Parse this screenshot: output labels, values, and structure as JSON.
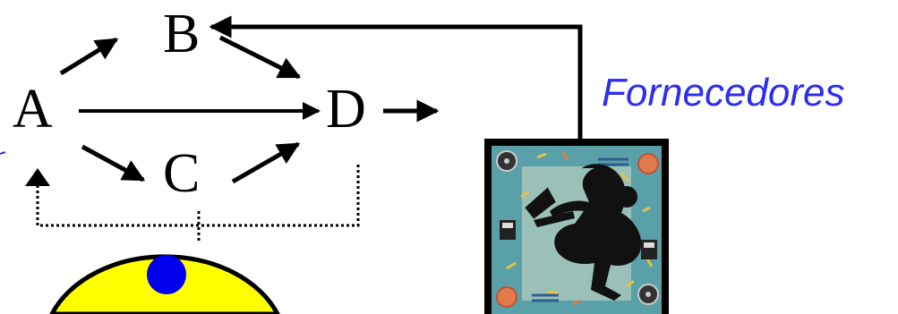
{
  "diagram": {
    "nodes": [
      {
        "id": "A",
        "label": "A"
      },
      {
        "id": "B",
        "label": "B"
      },
      {
        "id": "C",
        "label": "C"
      },
      {
        "id": "D",
        "label": "D"
      }
    ],
    "edges": [
      {
        "from": "A",
        "to": "B"
      },
      {
        "from": "A",
        "to": "C"
      },
      {
        "from": "A",
        "to": "D"
      },
      {
        "from": "B",
        "to": "D"
      },
      {
        "from": "C",
        "to": "D"
      },
      {
        "from": "D",
        "to": "output"
      },
      {
        "from": "supplier",
        "to": "B"
      }
    ],
    "supplier_label": "Fornecedores",
    "icons": [
      "supplier-clipart-icon",
      "planet-icon"
    ],
    "colors": {
      "line": "#000000",
      "supplier_text": "#2d2df0",
      "clipart_bg": "#5aa0a8",
      "clipart_inner": "#9bc0b8",
      "planet": "#ffff00",
      "planet_dot": "#0000ee"
    }
  }
}
